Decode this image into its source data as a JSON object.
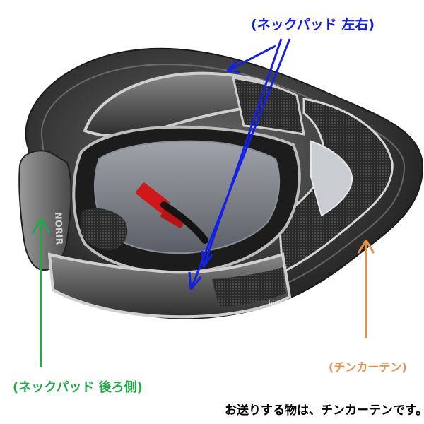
{
  "labels": {
    "neck_pad_sides": "(ネックパッド 左右)",
    "neck_pad_back": "(ネックパッド 後ろ側)",
    "chin_curtain": "(チンカーテン)",
    "shipping_note": "お送りする物は、チンカーテンです。"
  },
  "watermark": "hirochi",
  "helmet_brand": "NORIR",
  "colors": {
    "blue": "#1420e6",
    "green": "#22a845",
    "orange": "#e8904a",
    "black": "#000000"
  }
}
